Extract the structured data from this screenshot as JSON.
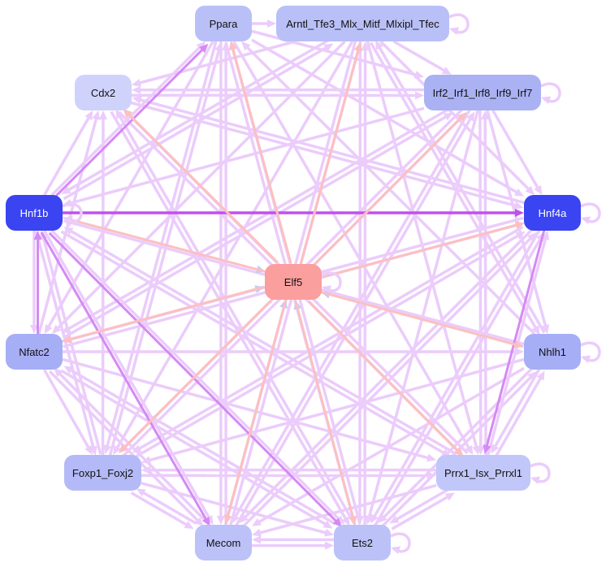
{
  "nodes": [
    {
      "id": "ppara",
      "label": "Ppara",
      "fill": "#b9c0f7"
    },
    {
      "id": "arntl",
      "label": "Arntl_Tfe3_Mlx_Mitf_Mlxipl_Tfec",
      "fill": "#b9c0f7"
    },
    {
      "id": "cdx2",
      "label": "Cdx2",
      "fill": "#cfd3fb"
    },
    {
      "id": "irf2",
      "label": "Irf2_Irf1_Irf8_Irf9_Irf7",
      "fill": "#aab2f4"
    },
    {
      "id": "hnf1b",
      "label": "Hnf1b",
      "fill": "#3a44f0",
      "dark": true
    },
    {
      "id": "hnf4a",
      "label": "Hnf4a",
      "fill": "#3a44f0",
      "dark": true
    },
    {
      "id": "elf5",
      "label": "Elf5",
      "fill": "#fb9e9e"
    },
    {
      "id": "nfatc2",
      "label": "Nfatc2",
      "fill": "#a6aef5"
    },
    {
      "id": "nhlh1",
      "label": "Nhlh1",
      "fill": "#a6aef5"
    },
    {
      "id": "foxp1",
      "label": "Foxp1_Foxj2",
      "fill": "#b4baf7"
    },
    {
      "id": "prrx1",
      "label": "Prrx1_Isx_Prrxl1",
      "fill": "#c2c7f9"
    },
    {
      "id": "mecom",
      "label": "Mecom",
      "fill": "#bcc2f7"
    },
    {
      "id": "ets2",
      "label": "Ets2",
      "fill": "#bcc2f7"
    }
  ],
  "colors": {
    "edge_light": "#ebccfb",
    "edge_purple": "#d48af3",
    "edge_strong": "#c050f0",
    "edge_salmon": "#fcc0c0",
    "edge_blue": "#c4cbf5"
  }
}
